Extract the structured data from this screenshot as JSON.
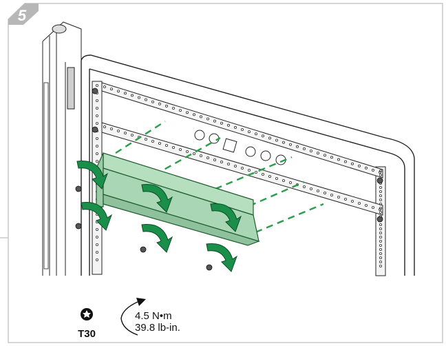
{
  "step": {
    "number": "5"
  },
  "tool": {
    "name": "T30",
    "icon": "torx-star-icon"
  },
  "torque": {
    "metric": "4.5 N•m",
    "imperial": "39.8 lb-in."
  },
  "colors": {
    "frame_border": "#c8c8c8",
    "badge": "#b7b7b7",
    "plate_fill": "#a9d7b5",
    "plate_stroke": "#1f5c2e",
    "arrow": "#1a8f4a",
    "dash": "#2e9e4f"
  }
}
